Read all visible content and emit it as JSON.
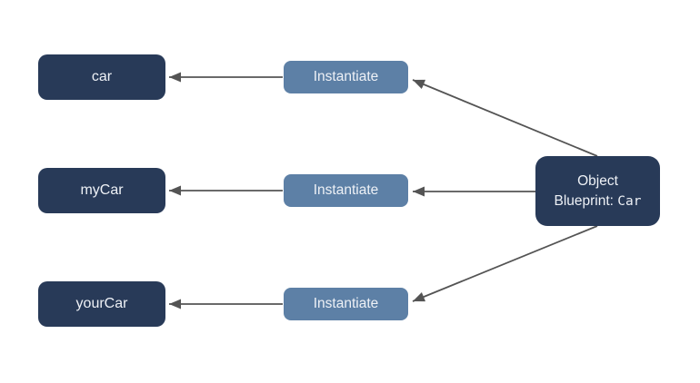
{
  "diagram": {
    "description": "Object blueprint instantiation diagram: one blueprint produces three object instances via Instantiate steps",
    "instances": [
      {
        "id": "car",
        "label": "car"
      },
      {
        "id": "myCar",
        "label": "myCar"
      },
      {
        "id": "yourCar",
        "label": "yourCar"
      }
    ],
    "instantiate_labels": [
      "Instantiate",
      "Instantiate",
      "Instantiate"
    ],
    "blueprint": {
      "line1": "Object",
      "line2_prefix": "Blueprint: ",
      "line2_code": "Car"
    },
    "edges": [
      {
        "from": "blueprint",
        "to": "instantiate-1"
      },
      {
        "from": "blueprint",
        "to": "instantiate-2"
      },
      {
        "from": "blueprint",
        "to": "instantiate-3"
      },
      {
        "from": "instantiate-1",
        "to": "car"
      },
      {
        "from": "instantiate-2",
        "to": "myCar"
      },
      {
        "from": "instantiate-3",
        "to": "yourCar"
      }
    ],
    "colors": {
      "instance_node": "#283a58",
      "instantiate_node": "#5d80a6",
      "blueprint_node": "#283a58",
      "node_text": "#eef1f6",
      "arrow": "#545454",
      "background": "#ffffff"
    }
  }
}
